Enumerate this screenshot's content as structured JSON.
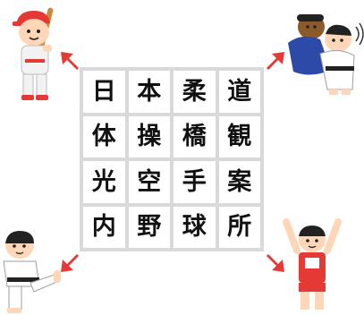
{
  "grid": [
    [
      "日",
      "本",
      "柔",
      "道"
    ],
    [
      "体",
      "操",
      "橋",
      "観"
    ],
    [
      "光",
      "空",
      "手",
      "案"
    ],
    [
      "内",
      "野",
      "球",
      "所"
    ]
  ],
  "corners": [
    {
      "id": "top-left",
      "figure": "baseball-player"
    },
    {
      "id": "top-right",
      "figure": "judo-players"
    },
    {
      "id": "bottom-left",
      "figure": "karate-player"
    },
    {
      "id": "bottom-right",
      "figure": "gymnast"
    }
  ],
  "colors": {
    "arrow": "#e53935",
    "grid_border": "#d9d9d9",
    "cell_bg": "#ffffff"
  }
}
